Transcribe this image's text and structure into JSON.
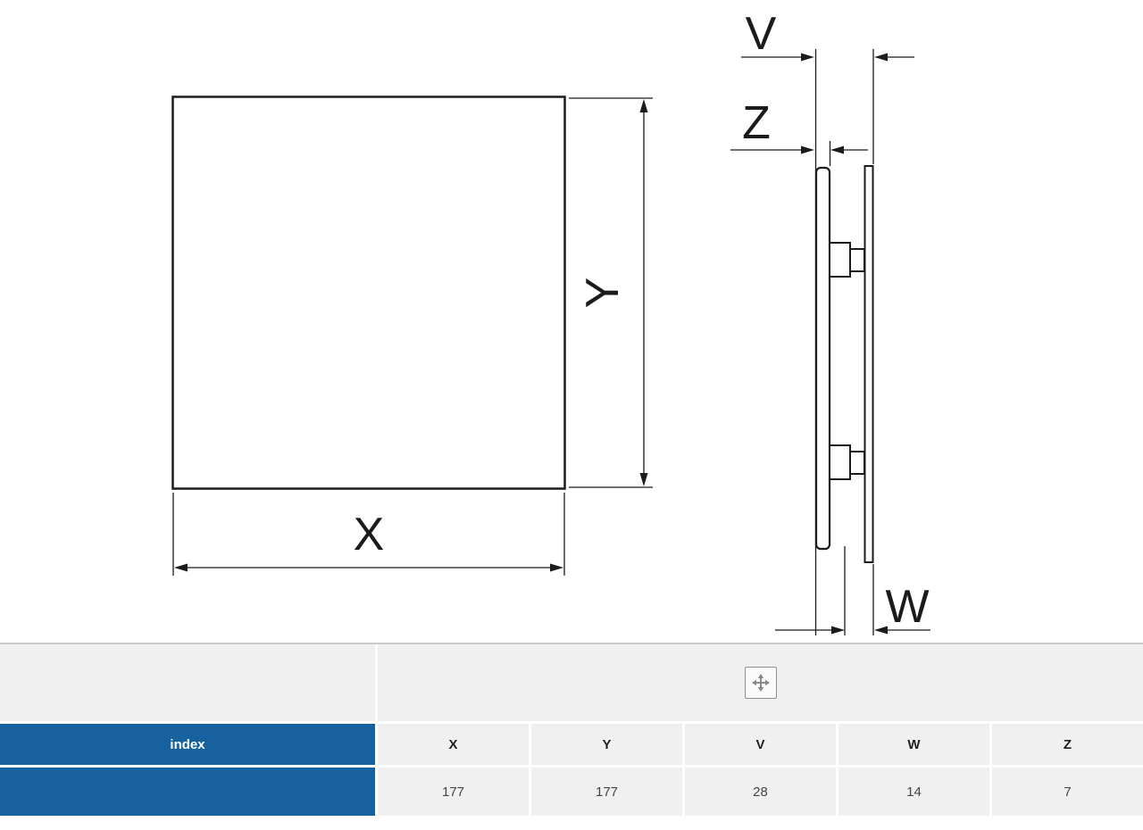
{
  "diagram": {
    "labels": {
      "x": "X",
      "y": "Y",
      "v": "V",
      "w": "W",
      "z": "Z"
    }
  },
  "table": {
    "index_label": "index",
    "icon_name": "move-dimensions-icon",
    "columns": [
      "X",
      "Y",
      "V",
      "W",
      "Z"
    ],
    "values": [
      "177",
      "177",
      "28",
      "14",
      "7"
    ],
    "colors": {
      "accent_blue": "#16619e",
      "cell_gray": "#f0f0f0",
      "line_dark": "#1b1b1b"
    }
  }
}
